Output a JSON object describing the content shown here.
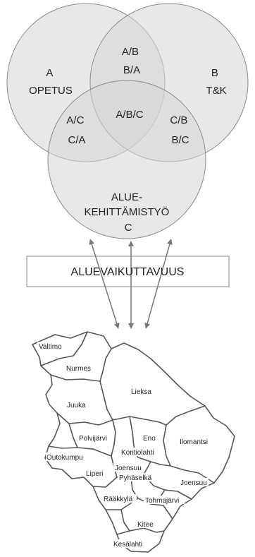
{
  "venn": {
    "circle_a": [
      "A",
      "OPETUS"
    ],
    "circle_b": [
      "B",
      "T&K"
    ],
    "circle_c": [
      "ALUE-",
      "KEHITTÄMISTYÖ",
      "C"
    ],
    "overlap_ab": [
      "A/B",
      "B/A"
    ],
    "overlap_ac": [
      "A/C",
      "C/A"
    ],
    "overlap_bc": [
      "C/B",
      "B/C"
    ],
    "overlap_abc": "A/B/C"
  },
  "banner": {
    "label": "ALUEVAIKUTTAVUUS"
  },
  "map": {
    "municipalities": {
      "valtimo": "Valtimo",
      "nurmes": "Nurmes",
      "lieksa": "Lieksa",
      "juuka": "Juuka",
      "polvijarvi": "Polvijärvi",
      "eno": "Eno",
      "ilomantsi": "Ilomantsi",
      "outokumpu": "Outokumpu",
      "kontiolahti": "Kontiolahti",
      "liperi": "Liperi",
      "joensuu_city": "Joensuu",
      "pyhaselka": "Pyhäselkä",
      "joensuu_east": "Joensuu",
      "raakkyla": "Rääkkylä",
      "tohmajarvi": "Tohmajärvi",
      "kitee": "Kitee",
      "kesalahti": "Kesälahti"
    }
  },
  "colors": {
    "circle_fill": "#d6d6d6",
    "circle_stroke": "#8a8a8a",
    "map_stroke": "#555555",
    "arrow": "#777777"
  }
}
